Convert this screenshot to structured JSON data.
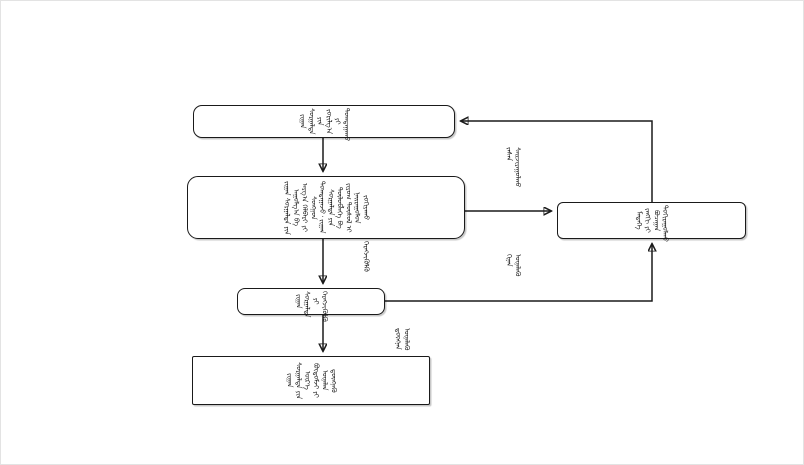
{
  "diagram": {
    "title": "teaching-process-flowchart",
    "background_color": "#ffffff",
    "line_color": "#1a1a1a",
    "node_fill": "#ffffff",
    "script": "traditional-mongolian-vertical",
    "nodes": {
      "top": {
        "text": "ᠵᠢᠭᠠᠨ ᠰᠤᠷᠭᠠᠯᠲᠠ ᠶᠢᠨ ᠵᠣᠷᠢᠯᠭ᠎ᠠ ᠶᠢ ᠲᠣᠭᠲᠠᠭᠠᠬᠤ"
      },
      "process": {
        "text": "ᠵᠢᠭᠠᠨ ᠰᠤᠷᠭᠠᠯᠲᠠ ᠶᠢᠨ ᠠᠭᠤᠯᠭ᠎ᠠ ᠪᠠ ᠠᠷᠭ᠎ᠠ ᠬᠡᠯᠪᠡᠷᠢ ᠶᠢ ᠰᠣᠩᠭᠣᠨ ᠲᠣᠭᠲᠠᠭᠠᠵᠤ᠂ ᠵᠢᠭᠠᠨ ᠰᠤᠷᠭᠠᠯᠲᠠ ᠶᠢᠨ ᠲᠥᠯᠥᠪᠯᠡᠭᠡ ᠪᠠ ᠵᠢᠷᠤᠭ ᠲᠥᠰᠥᠯ ᠢ ᠨᠠᠢᠷᠠᠭᠤᠯᠤᠨ ᠵᠣᠬᠢᠶᠠᠬᠤ"
      },
      "middle": {
        "text": "ᠵᠢᠭᠠᠨ ᠰᠤᠷᠭᠠᠯᠲᠠ ᠶᠢ ᠬᠡᠷᠡᠭᠵᠢᠭᠦᠯᠬᠦ"
      },
      "bottom": {
        "text": "ᠵᠢᠭᠠᠨ ᠰᠤᠷᠭᠠᠯᠲᠠ ᠶᠢᠨ ᠦᠷ᠎ᠡ ᠪᠦᠲᠦᠮᠵᠢ ᠶᠢ ᠦᠨᠡᠯᠡᠨ ᠳ᠋ᠦᠩᠨᠡᠬᠦ"
      },
      "feedback": {
        "text": "ᠮᠡᠳᠡᠭᠡ ᠵᠠᠩᠭᠢ ᠶᠢ ᠪᠤᠴᠠᠭᠠᠨ ᠲᠣᠬᠢᠷᠠᠭᠤᠯᠬᠤ"
      }
    },
    "edge_labels": {
      "revise": "ᠵᠠᠰᠠᠨ ᠰᠠᠢᠵᠢᠷᠠᠭᠤᠯᠬᠤ",
      "assess": "ᠬᠢᠨᠠᠨ ᠦᠨᠡᠯᠡᠬᠦ",
      "implement": "ᠬᠡᠷᠡᠭᠵᠢᠭᠦᠯᠬᠦ",
      "summarize": "ᠳ᠋ᠦᠩᠨᠡᠨ ᠦᠨᠡᠯᠡᠬᠦ"
    }
  }
}
